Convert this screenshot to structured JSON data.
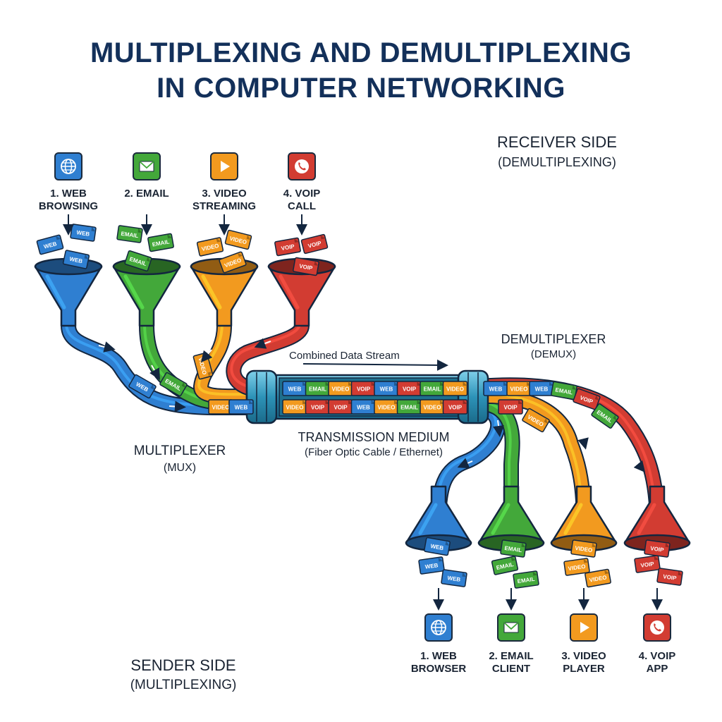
{
  "title": {
    "line1": "MULTIPLEXING AND DEMULTIPLEXING",
    "line2": "IN COMPUTER NETWORKING"
  },
  "receiver_side": {
    "line1": "RECEIVER SIDE",
    "line2": "(DEMULTIPLEXING)"
  },
  "sender_side": {
    "line1": "SENDER SIDE",
    "line2": "(MULTIPLEXING)"
  },
  "multiplexer": {
    "line1": "MULTIPLEXER",
    "line2": "(MUX)"
  },
  "demultiplexer": {
    "line1": "DEMULTIPLEXER",
    "line2": "(DEMUX)"
  },
  "stream_label": "Combined Data Stream",
  "medium": {
    "line1": "TRANSMISSION MEDIUM",
    "line2": "(Fiber Optic Cable / Ethernet)"
  },
  "colors": {
    "web": "#2f7fd1",
    "email": "#43a83a",
    "video": "#f29a1f",
    "voip": "#d23c32",
    "cable": "#2d93b8",
    "ink": "#13263f"
  },
  "sources": [
    {
      "key": "web",
      "icon": "globe-icon",
      "line1": "1. WEB",
      "line2": "BROWSING",
      "packet": "WEB"
    },
    {
      "key": "email",
      "icon": "envelope-icon",
      "line1": "2. EMAIL",
      "line2": "",
      "packet": "EMAIL"
    },
    {
      "key": "video",
      "icon": "play-icon",
      "line1": "3. VIDEO",
      "line2": "STREAMING",
      "packet": "VIDEO"
    },
    {
      "key": "voip",
      "icon": "phone-icon",
      "line1": "4. VOIP",
      "line2": "CALL",
      "packet": "VOIP"
    }
  ],
  "destinations": [
    {
      "key": "web",
      "icon": "globe-icon",
      "line1": "1. WEB",
      "line2": "BROWSER",
      "packet": "WEB"
    },
    {
      "key": "email",
      "icon": "envelope-icon",
      "line1": "2. EMAIL",
      "line2": "CLIENT",
      "packet": "EMAIL"
    },
    {
      "key": "video",
      "icon": "play-icon",
      "line1": "3. VIDEO",
      "line2": "PLAYER",
      "packet": "VIDEO"
    },
    {
      "key": "voip",
      "icon": "phone-icon",
      "line1": "4. VOIP",
      "line2": "APP",
      "packet": "VOIP"
    }
  ],
  "stream_row1": [
    "WEB",
    "EMAIL",
    "VIDEO",
    "VOIP",
    "WEB",
    "VOIP",
    "EMAIL",
    "VIDEO"
  ],
  "stream_row2": [
    "VIDEO",
    "VOIP",
    "VOIP",
    "WEB",
    "VIDEO",
    "EMAIL",
    "VIDEO",
    "VOIP"
  ]
}
